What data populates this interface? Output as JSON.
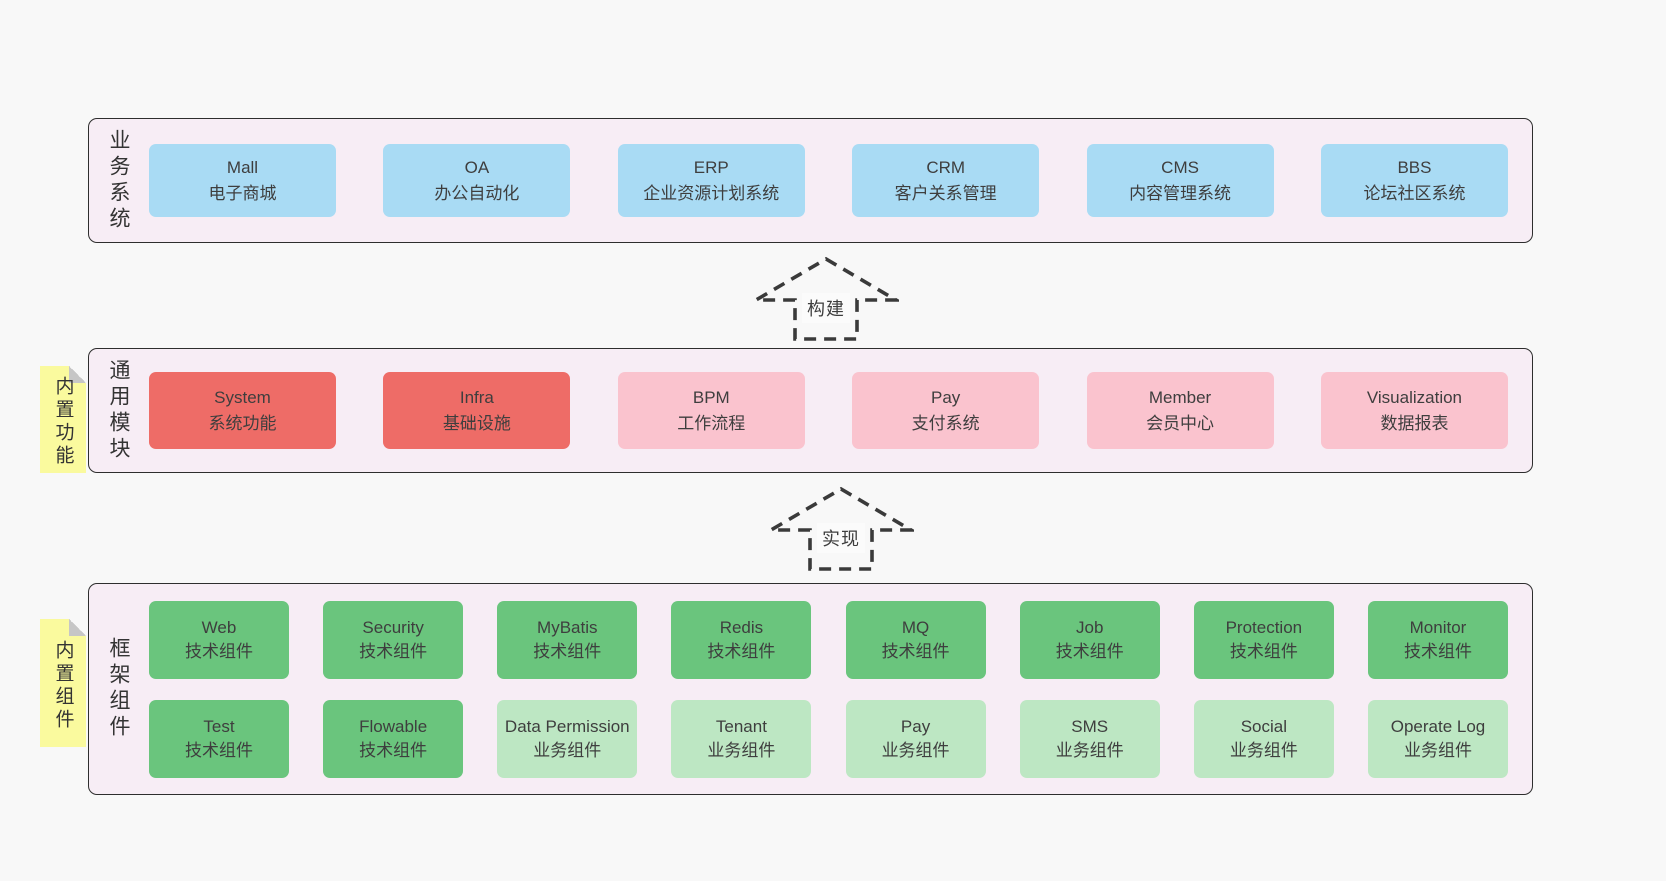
{
  "colors": {
    "page_bg": "#f8f8f8",
    "band_bg": "#f7edf5",
    "band_border": "#2e2e2e",
    "blue_box": "#a9dbf4",
    "red_box": "#ee6c67",
    "pink_box": "#fac3ce",
    "green_box": "#6ac57d",
    "light_green_box": "#bde7c3",
    "sticky_note": "#fafa9e"
  },
  "bands": {
    "business": {
      "label": "业务系统",
      "boxes": [
        {
          "name": "Mall",
          "desc": "电子商城"
        },
        {
          "name": "OA",
          "desc": "办公自动化"
        },
        {
          "name": "ERP",
          "desc": "企业资源计划系统"
        },
        {
          "name": "CRM",
          "desc": "客户关系管理"
        },
        {
          "name": "CMS",
          "desc": "内容管理系统"
        },
        {
          "name": "BBS",
          "desc": "论坛社区系统"
        }
      ]
    },
    "modules": {
      "label": "通用模块",
      "boxes": [
        {
          "name": "System",
          "desc": "系统功能"
        },
        {
          "name": "Infra",
          "desc": "基础设施"
        },
        {
          "name": "BPM",
          "desc": "工作流程"
        },
        {
          "name": "Pay",
          "desc": "支付系统"
        },
        {
          "name": "Member",
          "desc": "会员中心"
        },
        {
          "name": "Visualization",
          "desc": "数据报表"
        }
      ]
    },
    "framework": {
      "label": "框架组件",
      "rows": [
        [
          {
            "name": "Web",
            "desc": "技术组件"
          },
          {
            "name": "Security",
            "desc": "技术组件"
          },
          {
            "name": "MyBatis",
            "desc": "技术组件"
          },
          {
            "name": "Redis",
            "desc": "技术组件"
          },
          {
            "name": "MQ",
            "desc": "技术组件"
          },
          {
            "name": "Job",
            "desc": "技术组件"
          },
          {
            "name": "Protection",
            "desc": "技术组件"
          },
          {
            "name": "Monitor",
            "desc": "技术组件"
          }
        ],
        [
          {
            "name": "Test",
            "desc": "技术组件"
          },
          {
            "name": "Flowable",
            "desc": "技术组件"
          },
          {
            "name": "Data Permission",
            "desc": "业务组件"
          },
          {
            "name": "Tenant",
            "desc": "业务组件"
          },
          {
            "name": "Pay",
            "desc": "业务组件"
          },
          {
            "name": "SMS",
            "desc": "业务组件"
          },
          {
            "name": "Social",
            "desc": "业务组件"
          },
          {
            "name": "Operate Log",
            "desc": "业务组件"
          }
        ]
      ]
    }
  },
  "arrows": {
    "build": {
      "label": "构建"
    },
    "implement": {
      "label": "实现"
    }
  },
  "notes": {
    "features": {
      "label": "内置功能"
    },
    "components": {
      "label": "内置组件"
    }
  }
}
